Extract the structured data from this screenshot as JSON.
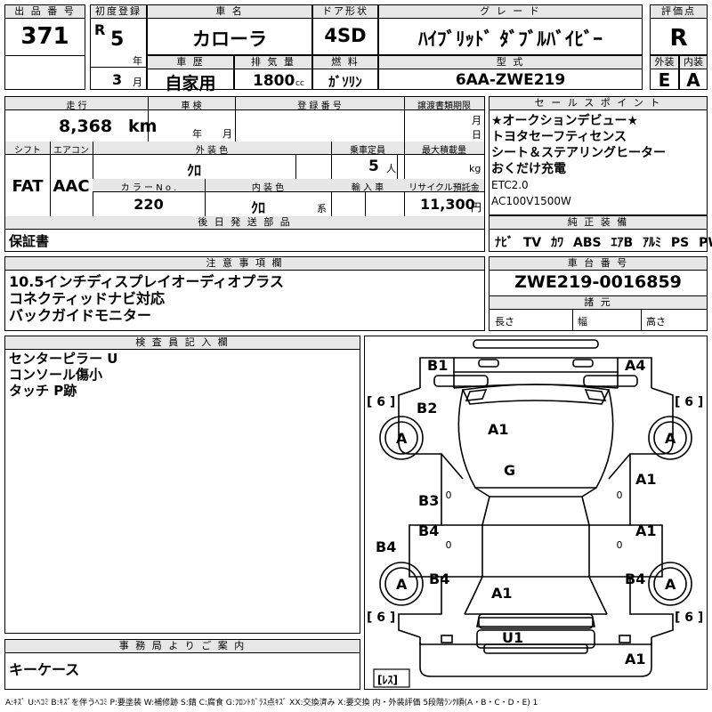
{
  "header": {
    "lot_label": "出 品 番 号",
    "lot_no": "371",
    "first_reg_label": "初度登録",
    "era": "R",
    "year": "5",
    "year_unit": "年",
    "month": "3",
    "month_unit": "月",
    "car_name_label": "車 名",
    "car_name": "カローラ",
    "door_label": "ドア形状",
    "door": "4SD",
    "grade_label": "グ レ ー ド",
    "grade": "ﾊｲﾌﾞﾘｯﾄﾞ ﾀﾞﾌﾞﾙﾊﾞｲﾋﾞｰ",
    "rating_label": "評価点",
    "rating": "R",
    "history_label": "車 歴",
    "history": "自家用",
    "displacement_label": "排 気 量",
    "displacement": "1800",
    "displacement_unit": "cc",
    "fuel_label": "燃 料",
    "fuel": "ｶﾞｿﾘﾝ",
    "model_label": "型 式",
    "model": "6AA-ZWE219",
    "ext_label": "外装",
    "ext_grade": "E",
    "int_label": "内装",
    "int_grade": "A"
  },
  "specs": {
    "mileage_label": "走 行",
    "mileage": "8,368",
    "mileage_unit": "km",
    "inspection_label": "車 検",
    "insp_year_unit": "年",
    "insp_month_unit": "月",
    "plate_label": "登 録 番 号",
    "transfer_label": "譲渡書類期限",
    "transfer_month_unit": "月",
    "transfer_day_unit": "日",
    "shift_label": "シフト",
    "shift": "FAT",
    "aircon_label": "エアコン",
    "aircon": "AAC",
    "ext_color_label": "外 装 色",
    "ext_color": "ｸﾛ",
    "capacity_label": "乗車定員",
    "capacity": "5",
    "capacity_unit": "人",
    "max_load_label": "最大積載量",
    "max_load_unit": "kg",
    "color_no_label": "カ ラ ー N o .",
    "color_no": "220",
    "int_color_label": "内 装 色",
    "int_color": "ｸﾛ",
    "int_color_unit": "系",
    "import_label": "輸 入 車",
    "recycle_label": "リサイクル預託金",
    "recycle": "11,300",
    "recycle_unit": "円",
    "later_parts_label": "後 日 発 送 部 品",
    "later_parts": "保証書"
  },
  "sales_points": {
    "label": "セ ー ル ス ポ イ ン ト",
    "lines": [
      "★オークションデビュー★",
      "トヨタセーフティセンス",
      "シート＆ステアリングヒーター",
      "おくだけ充電",
      "ETC2.0",
      "AC100V1500W"
    ]
  },
  "equipment": {
    "label": "純 正 装 備",
    "items": [
      "ﾅﾋﾞ",
      "TV",
      "ｶﾜ",
      "ABS",
      "ｴｱB",
      "ｱﾙﾐ",
      "PS",
      "PW"
    ]
  },
  "notes": {
    "label": "注 意 事 項 欄",
    "lines": [
      "10.5インチディスプレイオーディオプラス",
      "コネクティッドナビ対応",
      "バックガイドモニター"
    ]
  },
  "chassis": {
    "label": "車 台 番 号",
    "number": "ZWE219-0016859",
    "dims_label": "諸 元",
    "length_label": "長さ",
    "width_label": "幅",
    "height_label": "高さ"
  },
  "inspector": {
    "label": "検 査 員 記 入 欄",
    "lines": [
      "センターピラー U",
      "コンソール傷小",
      "タッチ P跡"
    ]
  },
  "office": {
    "label": "事 務 局 よ り ご 案 内",
    "text": "キーケース"
  },
  "diagram": {
    "marks": [
      "B1",
      "A4",
      "B2",
      "A1",
      "A",
      "G",
      "B3",
      "B4",
      "B4",
      "A1",
      "A1",
      "B4",
      "A",
      "B4",
      "A1",
      "U1",
      "A1",
      "A",
      "A"
    ],
    "tread": [
      "[ 6 ]",
      "[ 6 ]",
      "[ 6 ]",
      "[ 6 ]"
    ],
    "zeros": [
      "0",
      "0",
      "0",
      "0"
    ],
    "spare": "[ﾚｽ]"
  },
  "legend": "A:ｷｽﾞ U:ﾍｺﾐ B:ｷｽﾞを伴うﾍｺﾐ P:要塗装 W:補修跡 S:錆 C:腐食 G:ﾌﾛﾝﾄｶﾞﾗｽ点ｷｽﾞ XX:交換済み X:要交換  内・外装評価 5段階ﾗﾝｸ順(A・B・C・D・E) 1"
}
